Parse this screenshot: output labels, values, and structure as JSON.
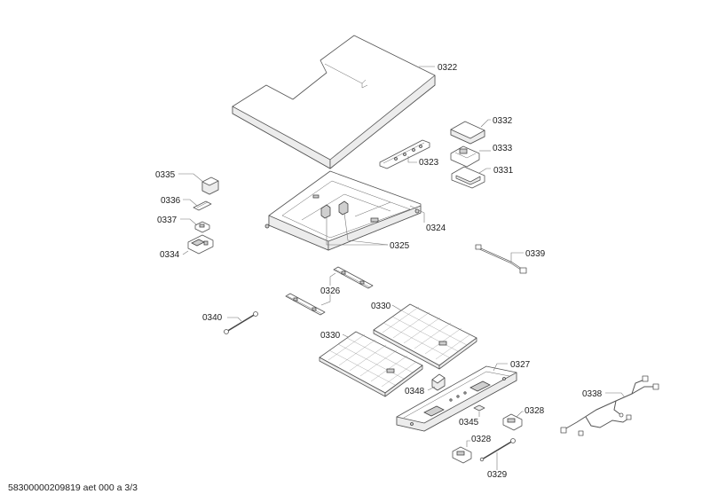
{
  "labels": {
    "p0322": "0322",
    "p0332": "0332",
    "p0333": "0333",
    "p0323": "0323",
    "p0331": "0331",
    "p0335": "0335",
    "p0336": "0336",
    "p0337": "0337",
    "p0334": "0334",
    "p0324": "0324",
    "p0325": "0325",
    "p0339": "0339",
    "p0326": "0326",
    "p0340": "0340",
    "p0330a": "0330",
    "p0330b": "0330",
    "p0327": "0327",
    "p0348": "0348",
    "p0338": "0338",
    "p0345": "0345",
    "p0328a": "0328",
    "p0328b": "0328",
    "p0329": "0329"
  },
  "footer": "58300000209819 aet 000 a 3/3"
}
